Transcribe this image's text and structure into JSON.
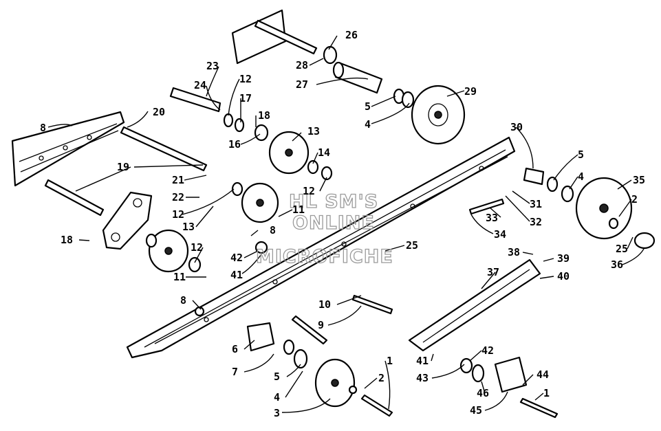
{
  "watermark": {
    "line1": "HL SM'S",
    "line2": "ONLINE",
    "line3": "MICROFICHE"
  },
  "callouts": [
    {
      "id": "c8a",
      "label": "8"
    },
    {
      "id": "c20",
      "label": "20"
    },
    {
      "id": "c19",
      "label": "19"
    },
    {
      "id": "c18",
      "label": "18"
    },
    {
      "id": "c21",
      "label": "21"
    },
    {
      "id": "c22",
      "label": "22"
    },
    {
      "id": "c12a",
      "label": "12"
    },
    {
      "id": "c13a",
      "label": "13"
    },
    {
      "id": "c12b",
      "label": "12"
    },
    {
      "id": "c11a",
      "label": "11"
    },
    {
      "id": "c23",
      "label": "23"
    },
    {
      "id": "c24",
      "label": "24"
    },
    {
      "id": "c12c",
      "label": "12"
    },
    {
      "id": "c17",
      "label": "17"
    },
    {
      "id": "c18b",
      "label": "18"
    },
    {
      "id": "c16",
      "label": "16"
    },
    {
      "id": "c13b",
      "label": "13"
    },
    {
      "id": "c14",
      "label": "14"
    },
    {
      "id": "c12d",
      "label": "12"
    },
    {
      "id": "c11b",
      "label": "11"
    },
    {
      "id": "c8b",
      "label": "8"
    },
    {
      "id": "c42a",
      "label": "42"
    },
    {
      "id": "c41a",
      "label": "41"
    },
    {
      "id": "c26",
      "label": "26"
    },
    {
      "id": "c28",
      "label": "28"
    },
    {
      "id": "c27",
      "label": "27"
    },
    {
      "id": "c5a",
      "label": "5"
    },
    {
      "id": "c4a",
      "label": "4"
    },
    {
      "id": "c29",
      "label": "29"
    },
    {
      "id": "c30",
      "label": "30"
    },
    {
      "id": "c5b",
      "label": "5"
    },
    {
      "id": "c4b",
      "label": "4"
    },
    {
      "id": "c35",
      "label": "35"
    },
    {
      "id": "c2a",
      "label": "2"
    },
    {
      "id": "c31",
      "label": "31"
    },
    {
      "id": "c32",
      "label": "32"
    },
    {
      "id": "c33",
      "label": "33"
    },
    {
      "id": "c34",
      "label": "34"
    },
    {
      "id": "c25a",
      "label": "25"
    },
    {
      "id": "c25b",
      "label": "25"
    },
    {
      "id": "c36",
      "label": "36"
    },
    {
      "id": "c38",
      "label": "38"
    },
    {
      "id": "c39",
      "label": "39"
    },
    {
      "id": "c37",
      "label": "37"
    },
    {
      "id": "c40",
      "label": "40"
    },
    {
      "id": "c10",
      "label": "10"
    },
    {
      "id": "c9",
      "label": "9"
    },
    {
      "id": "c8c",
      "label": "8"
    },
    {
      "id": "c6",
      "label": "6"
    },
    {
      "id": "c7",
      "label": "7"
    },
    {
      "id": "c5c",
      "label": "5"
    },
    {
      "id": "c4c",
      "label": "4"
    },
    {
      "id": "c3",
      "label": "3"
    },
    {
      "id": "c1a",
      "label": "1"
    },
    {
      "id": "c2b",
      "label": "2"
    },
    {
      "id": "c41b",
      "label": "41"
    },
    {
      "id": "c42b",
      "label": "42"
    },
    {
      "id": "c43",
      "label": "43"
    },
    {
      "id": "c46",
      "label": "46"
    },
    {
      "id": "c45",
      "label": "45"
    },
    {
      "id": "c44",
      "label": "44"
    },
    {
      "id": "c1b",
      "label": "1"
    }
  ]
}
